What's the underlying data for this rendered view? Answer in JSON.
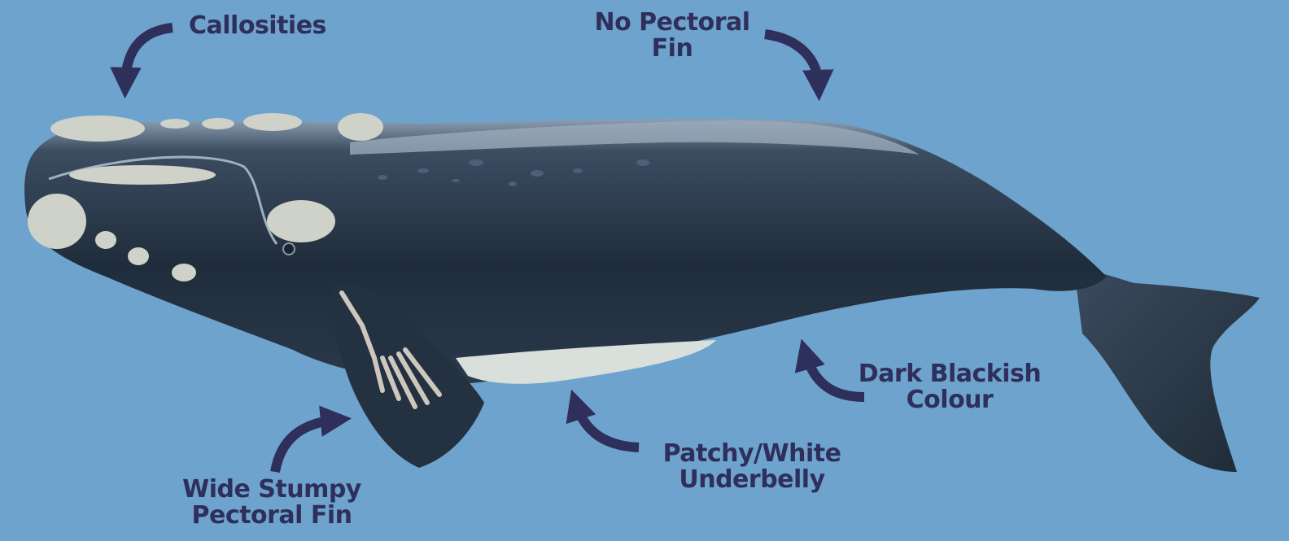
{
  "diagram": {
    "colors": {
      "background": "#6ea3cd",
      "label": "#2e2f5a",
      "arrow": "#2e2f5a",
      "whale_body": "#2c3c4f",
      "whale_dark": "#1c2836",
      "callosity": "#ced2c8",
      "belly": "#d9dfda",
      "bone": "#cdc7bd"
    },
    "labels": {
      "callosities": {
        "line1": "Callosities"
      },
      "no_pectoral_fin": {
        "line1": "No Pectoral",
        "line2": "Fin"
      },
      "dark_blackish": {
        "line1": "Dark Blackish",
        "line2": "Colour"
      },
      "patchy_white": {
        "line1": "Patchy/White",
        "line2": "Underbelly"
      },
      "wide_stumpy": {
        "line1": "Wide Stumpy",
        "line2": "Pectoral Fin"
      }
    },
    "illustration": {
      "name": "right-whale-illustration"
    }
  }
}
